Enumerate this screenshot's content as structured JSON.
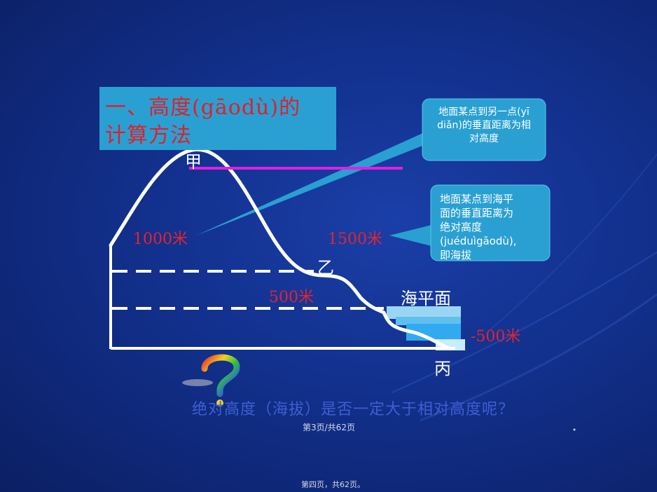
{
  "title": {
    "line1": "一、高度(gāodù)的",
    "line2": "计算方法"
  },
  "points": {
    "jia": "甲",
    "yi": "乙",
    "bing": "丙",
    "sea_level": "海平面"
  },
  "heights": {
    "h1000": "1000米",
    "h1500": "1500米",
    "h500": "500米",
    "h_neg500": "-500米"
  },
  "callouts": {
    "relative": [
      "地面某点到另一点(yī",
      "diǎn)的垂直距离为相",
      "对高度"
    ],
    "absolute": [
      "地面某点到海平",
      "面的垂直距离为",
      "绝对高度",
      "(juéduìgāodù),",
      "即海拔"
    ]
  },
  "question": "绝对高度（海拔）是否一定大于相对高度呢？",
  "page_info": {
    "inner": "第3页/共62页",
    "footer": "第四页，共62页。"
  },
  "colors": {
    "title_bg": "#2aa0d2",
    "title_text": "#e0202a",
    "callout_bg": "#2aa0d2",
    "label_red": "#e8222a",
    "magenta_line": "#e020e0",
    "question_text": "#3f5fd2"
  }
}
